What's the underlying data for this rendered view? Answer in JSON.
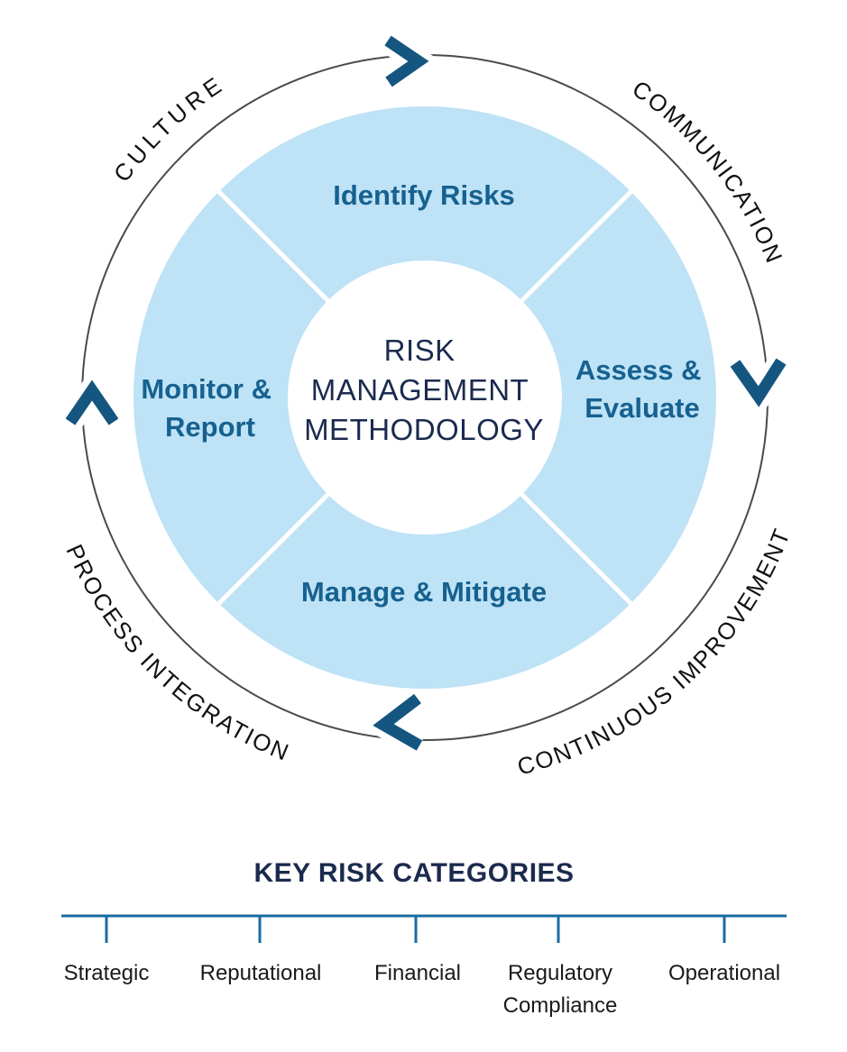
{
  "diagram": {
    "center_title": {
      "line1": "RISK",
      "line2": "MANAGEMENT",
      "line3": "METHODOLOGY"
    },
    "quadrants": {
      "top": {
        "label": "Identify Risks"
      },
      "right": {
        "line1": "Assess &",
        "line2": "Evaluate"
      },
      "bottom": {
        "label": "Manage & Mitigate"
      },
      "left": {
        "line1": "Monitor &",
        "line2": "Report"
      }
    },
    "cycle_labels": {
      "top_left": "CULTURE",
      "top_right": "COMMUNICATION",
      "bottom_right": "CONTINUOUS IMPROVEMENT",
      "bottom_left": "PROCESS INTEGRATION"
    },
    "icons": {
      "top": "chevron-right",
      "right": "chevron-down",
      "bottom": "chevron-left",
      "left": "chevron-up"
    },
    "colors": {
      "ring_fill": "#BEE2F6",
      "quadrant_text": "#16618F",
      "arrow": "#14567F",
      "navy": "#1B2A4E",
      "circle_stroke": "#4A4A4A",
      "outer_text": "#111111"
    }
  },
  "key_risk_categories": {
    "title": "KEY RISK CATEGORIES",
    "axis_color": "#1A6CA2",
    "categories": [
      {
        "label": "Strategic"
      },
      {
        "label": "Reputational"
      },
      {
        "label": "Financial"
      },
      {
        "label": "Regulatory",
        "label2": "Compliance"
      },
      {
        "label": "Operational"
      }
    ]
  }
}
